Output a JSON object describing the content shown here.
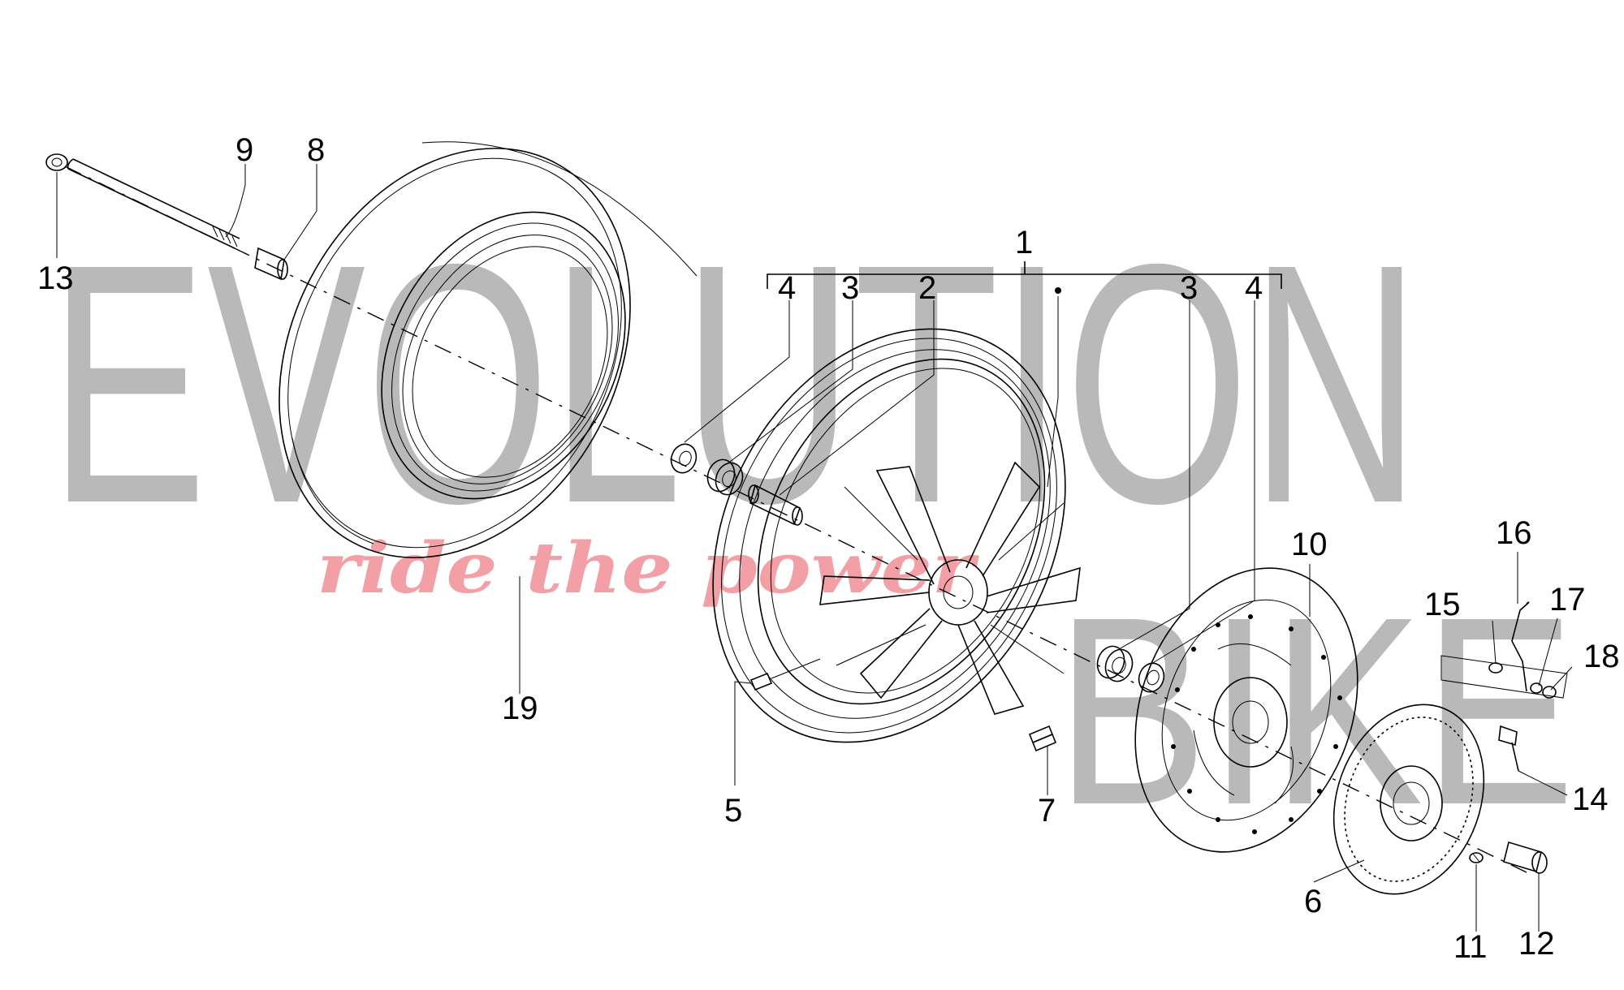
{
  "watermark": {
    "brand_top": "EVOLUTION",
    "brand_bottom": "BIKE",
    "tagline": "ride the power",
    "brand_color": "#b9b9b9",
    "tagline_color": "#f2a0a6"
  },
  "callouts": {
    "c1": "1",
    "c2": "2",
    "c3a": "3",
    "c3b": "3",
    "c4a": "4",
    "c4b": "4",
    "c5": "5",
    "c6": "6",
    "c7": "7",
    "c8": "8",
    "c9": "9",
    "c10": "10",
    "c11": "11",
    "c12": "12",
    "c13": "13",
    "c14": "14",
    "c15": "15",
    "c16": "16",
    "c17": "17",
    "c18": "18",
    "c19": "19"
  }
}
